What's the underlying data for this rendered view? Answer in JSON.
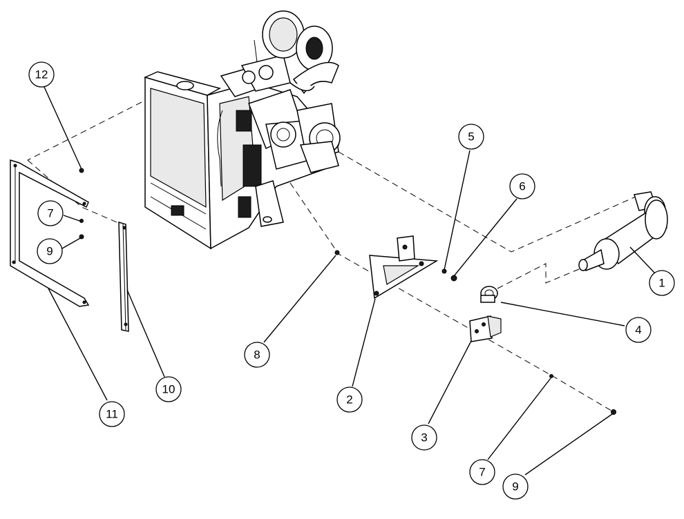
{
  "diagram": {
    "type": "exploded-parts-view",
    "callouts": [
      {
        "id": "c1",
        "label": "1"
      },
      {
        "id": "c2",
        "label": "2"
      },
      {
        "id": "c3",
        "label": "3"
      },
      {
        "id": "c4",
        "label": "4"
      },
      {
        "id": "c5",
        "label": "5"
      },
      {
        "id": "c6",
        "label": "6"
      },
      {
        "id": "c7a",
        "label": "7"
      },
      {
        "id": "c7b",
        "label": "7"
      },
      {
        "id": "c8",
        "label": "8"
      },
      {
        "id": "c9a",
        "label": "9"
      },
      {
        "id": "c9b",
        "label": "9"
      },
      {
        "id": "c10",
        "label": "10"
      },
      {
        "id": "c11",
        "label": "11"
      },
      {
        "id": "c12",
        "label": "12"
      }
    ]
  }
}
